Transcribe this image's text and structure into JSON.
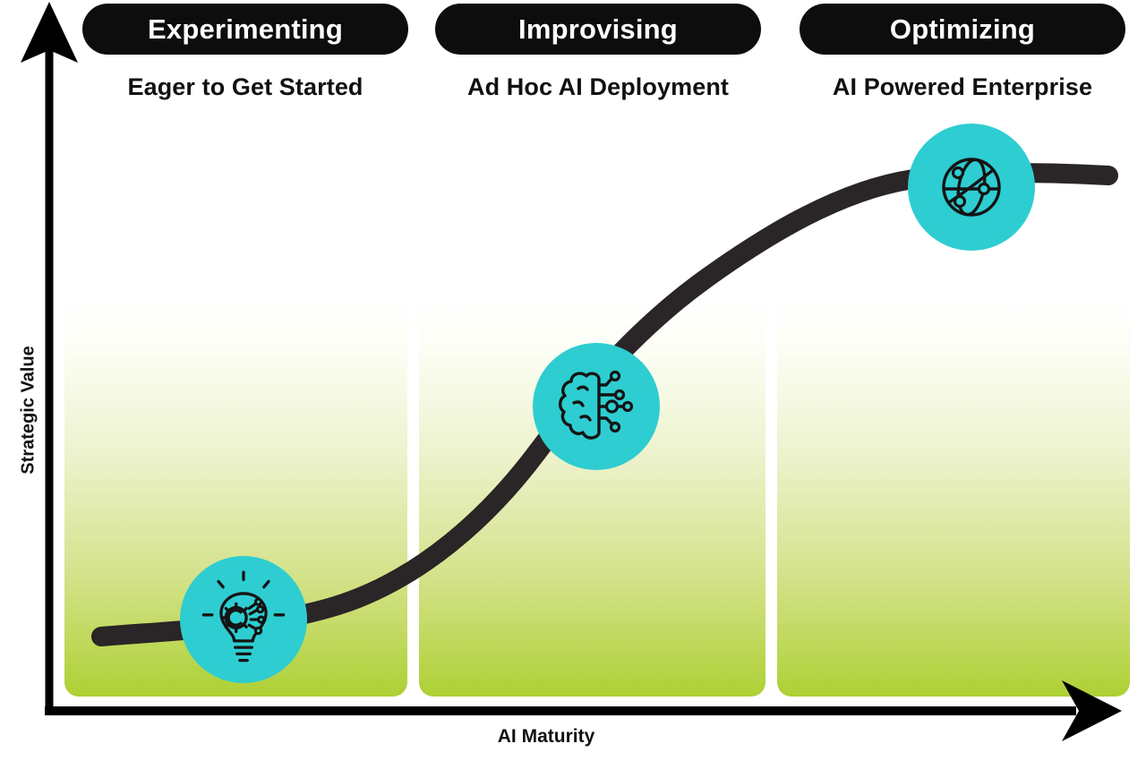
{
  "stages": [
    {
      "label": "Experimenting",
      "subtitle": "Eager to Get Started",
      "icon": "lightbulb-gear-icon",
      "strategic_value_level": "low"
    },
    {
      "label": "Improvising",
      "subtitle": "Ad Hoc AI Deployment",
      "icon": "brain-circuit-icon",
      "strategic_value_level": "medium"
    },
    {
      "label": "Optimizing",
      "subtitle": "AI Powered Enterprise",
      "icon": "globe-network-icon",
      "strategic_value_level": "high"
    }
  ],
  "axes": {
    "y_label": "Strategic Value",
    "x_label": "AI Maturity"
  },
  "curve": {
    "shape": "s-curve",
    "description": "Strategic value rises along an S-curve as AI maturity increases, with one milestone per stage"
  },
  "colors": {
    "accent_cyan": "#2ecdd1",
    "curve_color": "#2a2526",
    "pill_bg": "#0d0d0d",
    "panel_top": "#ffffff",
    "panel_bottom": "#aed034",
    "ink": "#111111"
  }
}
